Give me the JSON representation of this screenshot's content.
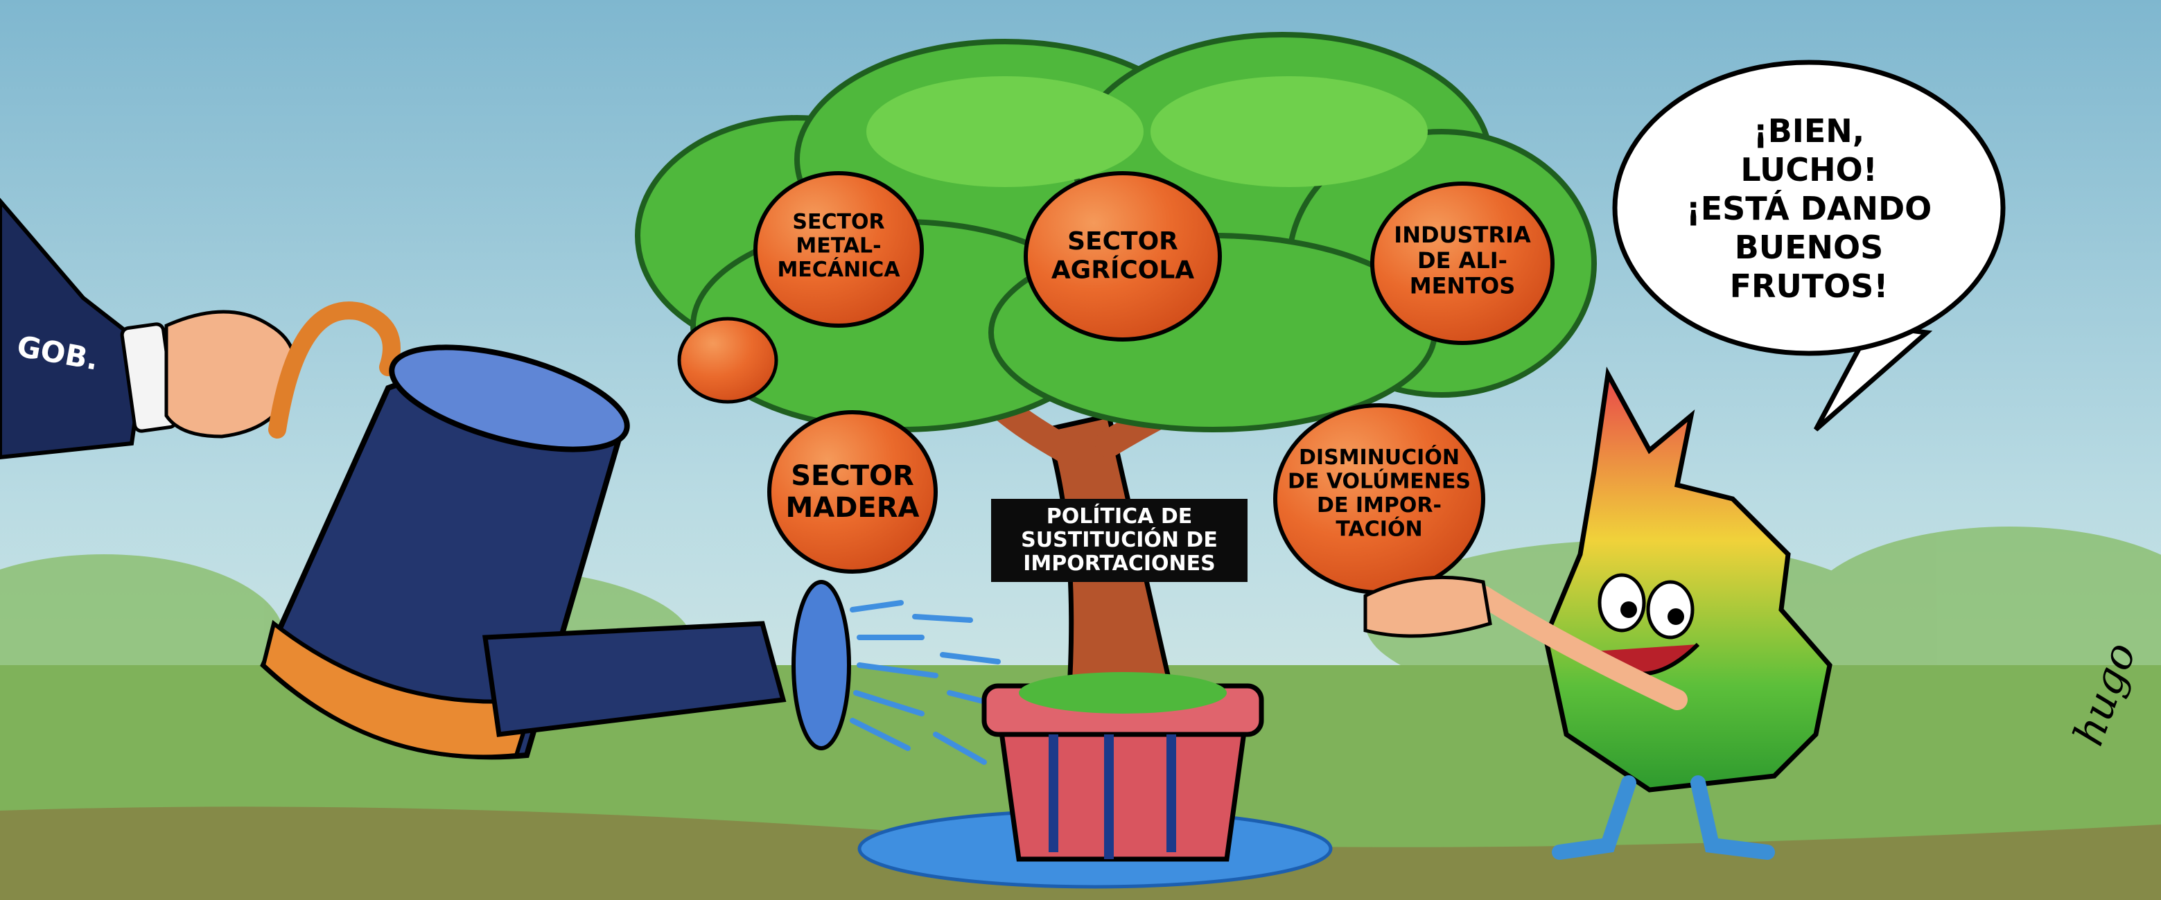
{
  "hand": {
    "sleeve_label": "GOB."
  },
  "apples": [
    {
      "id": "metal",
      "label": "SECTOR\nMETAL-\nMECÁNICA"
    },
    {
      "id": "agricola",
      "label": "SECTOR\nAGRÍCOLA"
    },
    {
      "id": "alimentos",
      "label": "INDUSTRIA\nDE ALI-\nMENTOS"
    },
    {
      "id": "madera",
      "label": "SECTOR\nMADERA"
    },
    {
      "id": "importacion",
      "label": "DISMINUCIÓN\nDE VOLÚMENES\nDE IMPOR-\nTACIÓN"
    }
  ],
  "trunk_sign": {
    "label": "POLÍTICA DE\nSUSTITUCIÓN DE\nIMPORTACIONES"
  },
  "speech": {
    "text": "¡BIEN,\nLUCHO!\n¡ESTÁ DANDO\nBUENOS\nFRUTOS!"
  },
  "signature": "hugo",
  "colors": {
    "sky": "#8fc3d6",
    "grass": "#7fb25a",
    "foliage": "#4fb83c",
    "apple": "#ea6a2c",
    "can": "#23366e",
    "can_accent": "#e98a32",
    "pot": "#d9555f",
    "water": "#3f8fe0",
    "sign": "#0c0c0c"
  }
}
